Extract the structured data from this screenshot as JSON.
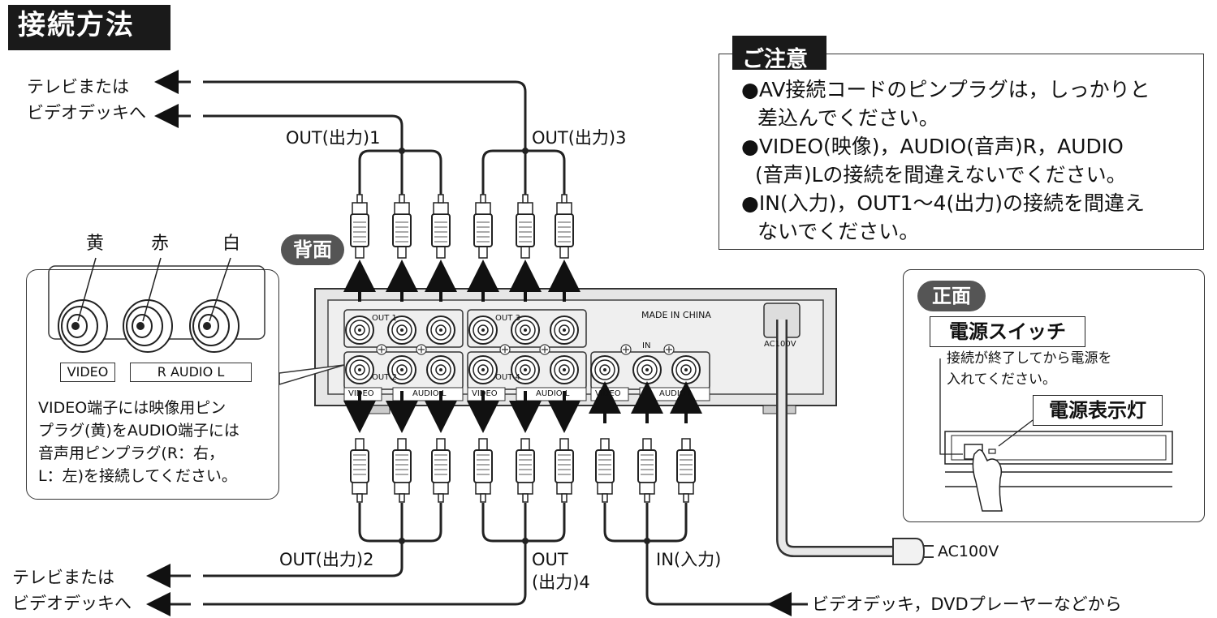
{
  "title": "接続方法",
  "notice": {
    "label": "ご注意",
    "lines": [
      "●AV接続コードのピンプラグは，しっかりと",
      "差込んでください。",
      "●VIDEO(映像)，AUDIO(音声)R，AUDIO",
      "(音声)Lの接続を間違えないでください。",
      "●IN(入力)，OUT1～4(出力)の接続を間違え",
      "ないでください。"
    ]
  },
  "labels": {
    "tv_top_1": "テレビまたは",
    "tv_top_2": "ビデオデッキへ",
    "out1": "OUT(出力)1",
    "out3": "OUT(出力)3",
    "rear": "背面",
    "out2": "OUT(出力)2",
    "out4_a": "OUT",
    "out4_b": "(出力)4",
    "in": "IN(入力)",
    "tv_bottom_1": "テレビまたは",
    "tv_bottom_2": "ビデオデッキへ",
    "source": "ビデオデッキ，DVDプレーヤーなどから",
    "ac": "AC100V"
  },
  "jack_colors": {
    "yellow": "黄",
    "red": "赤",
    "white": "白"
  },
  "jack_panel": {
    "video": "VIDEO",
    "audio": "R   AUDIO   L"
  },
  "jack_note": [
    "VIDEO端子には映像用ピン",
    "プラグ(黄)をAUDIO端子には",
    "音声用ピンプラグ(R：右，",
    "L：左)を接続してください。"
  ],
  "device": {
    "made_in": "MADE IN CHINA",
    "ac_label": "AC100V",
    "out1": "OUT   1",
    "out2": "OUT   2",
    "out3": "OUT   3",
    "out4": "OUT   4",
    "in": "IN",
    "video": "VIDEO",
    "audio": "AUDIO  L"
  },
  "front": {
    "label": "正面",
    "switch": "電源スイッチ",
    "note_1": "接続が終了してから電源を",
    "note_2": "入れてください。",
    "indicator": "電源表示灯"
  }
}
